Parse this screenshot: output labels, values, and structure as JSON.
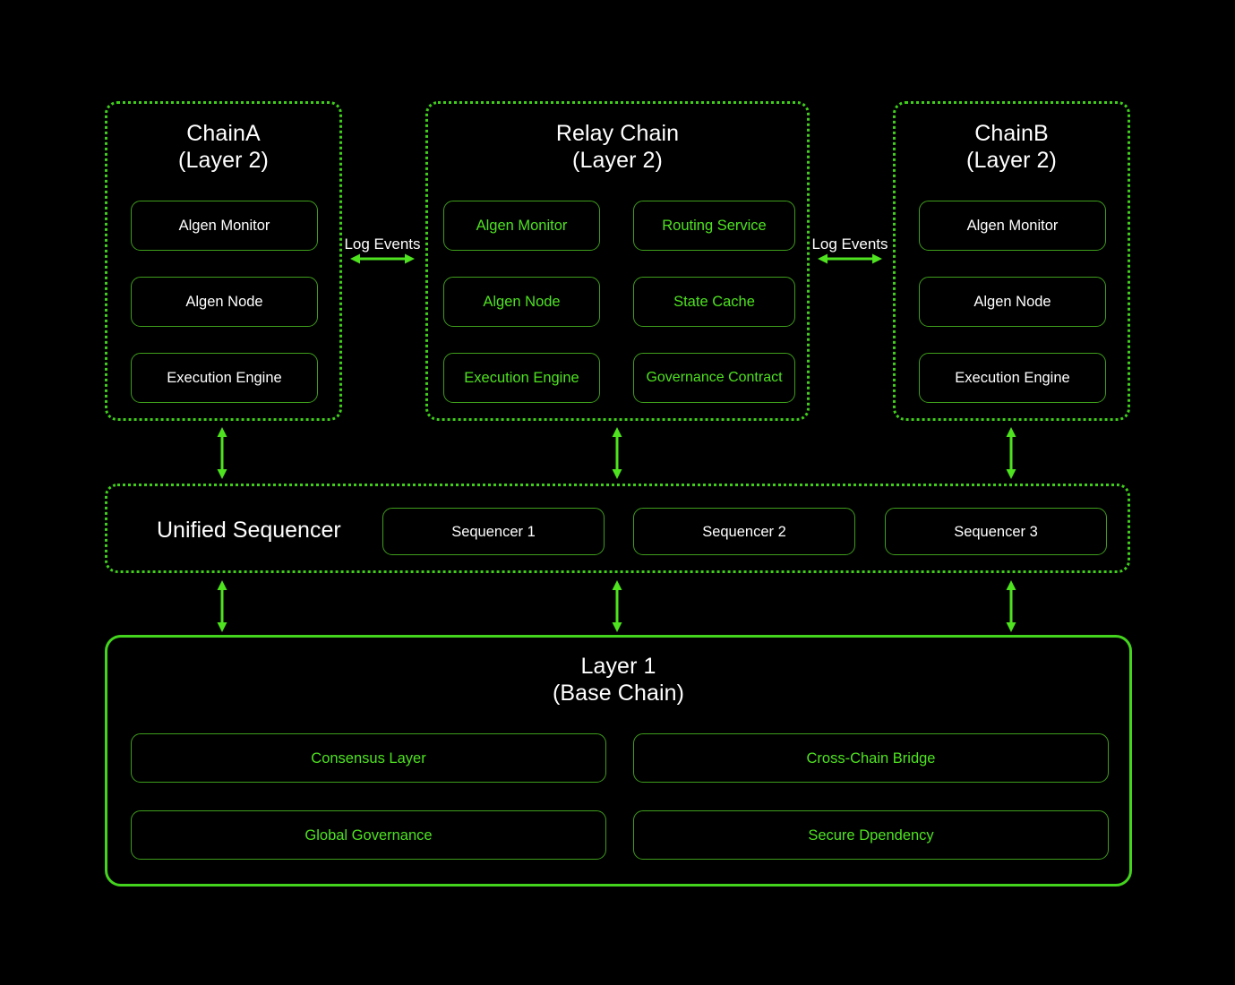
{
  "canvas": {
    "background": "#000000",
    "accent_green": "#4ee21f",
    "panel_border_green": "#3fcf1a",
    "card_border_green": "#3f9e1c",
    "layer1_border_green": "#44d41e",
    "text_white": "#ffffff"
  },
  "chain_a": {
    "title": "ChainA\n(Layer 2)",
    "title_line1": "ChainA",
    "title_line2": "(Layer 2)",
    "cards": [
      {
        "label": "Algen Monitor",
        "text_color": "#ffffff"
      },
      {
        "label": "Algen Node",
        "text_color": "#ffffff"
      },
      {
        "label": "Execution Engine",
        "text_color": "#ffffff"
      }
    ]
  },
  "relay_chain": {
    "title": "Relay Chain\n(Layer 2)",
    "title_line1": "Relay Chain",
    "title_line2": "(Layer 2)",
    "cards_left": [
      {
        "label": "Algen Monitor",
        "text_color": "#4ee21f"
      },
      {
        "label": "Algen Node",
        "text_color": "#4ee21f"
      },
      {
        "label": "Execution Engine",
        "text_color": "#4ee21f"
      }
    ],
    "cards_right": [
      {
        "label": "Routing Service",
        "text_color": "#4ee21f"
      },
      {
        "label": "State Cache",
        "text_color": "#4ee21f"
      },
      {
        "label": "Governance Contract",
        "text_color": "#4ee21f"
      }
    ]
  },
  "chain_b": {
    "title": "ChainB\n(Layer 2)",
    "title_line1": "ChainB",
    "title_line2": "(Layer 2)",
    "cards": [
      {
        "label": "Algen Monitor",
        "text_color": "#ffffff"
      },
      {
        "label": "Algen Node",
        "text_color": "#ffffff"
      },
      {
        "label": "Execution Engine",
        "text_color": "#ffffff"
      }
    ]
  },
  "connectors": {
    "log_events_left": "Log Events",
    "log_events_right": "Log Events",
    "arrow_style": "double-headed",
    "arrow_color": "#4ee21f"
  },
  "sequencer_bar": {
    "heading": "Unified Sequencer",
    "nodes": [
      {
        "label": "Sequencer 1",
        "text_color": "#ffffff"
      },
      {
        "label": "Sequencer 2",
        "text_color": "#ffffff"
      },
      {
        "label": "Sequencer 3",
        "text_color": "#ffffff"
      }
    ]
  },
  "layer1": {
    "title": "Layer 1\n(Base Chain)",
    "title_line1": "Layer 1",
    "title_line2": "(Base Chain)",
    "cards": [
      {
        "label": "Consensus Layer",
        "text_color": "#4ee21f"
      },
      {
        "label": "Cross-Chain Bridge",
        "text_color": "#4ee21f"
      },
      {
        "label": "Global Governance",
        "text_color": "#4ee21f"
      },
      {
        "label": "Secure Dpendency",
        "text_color": "#4ee21f"
      }
    ]
  }
}
